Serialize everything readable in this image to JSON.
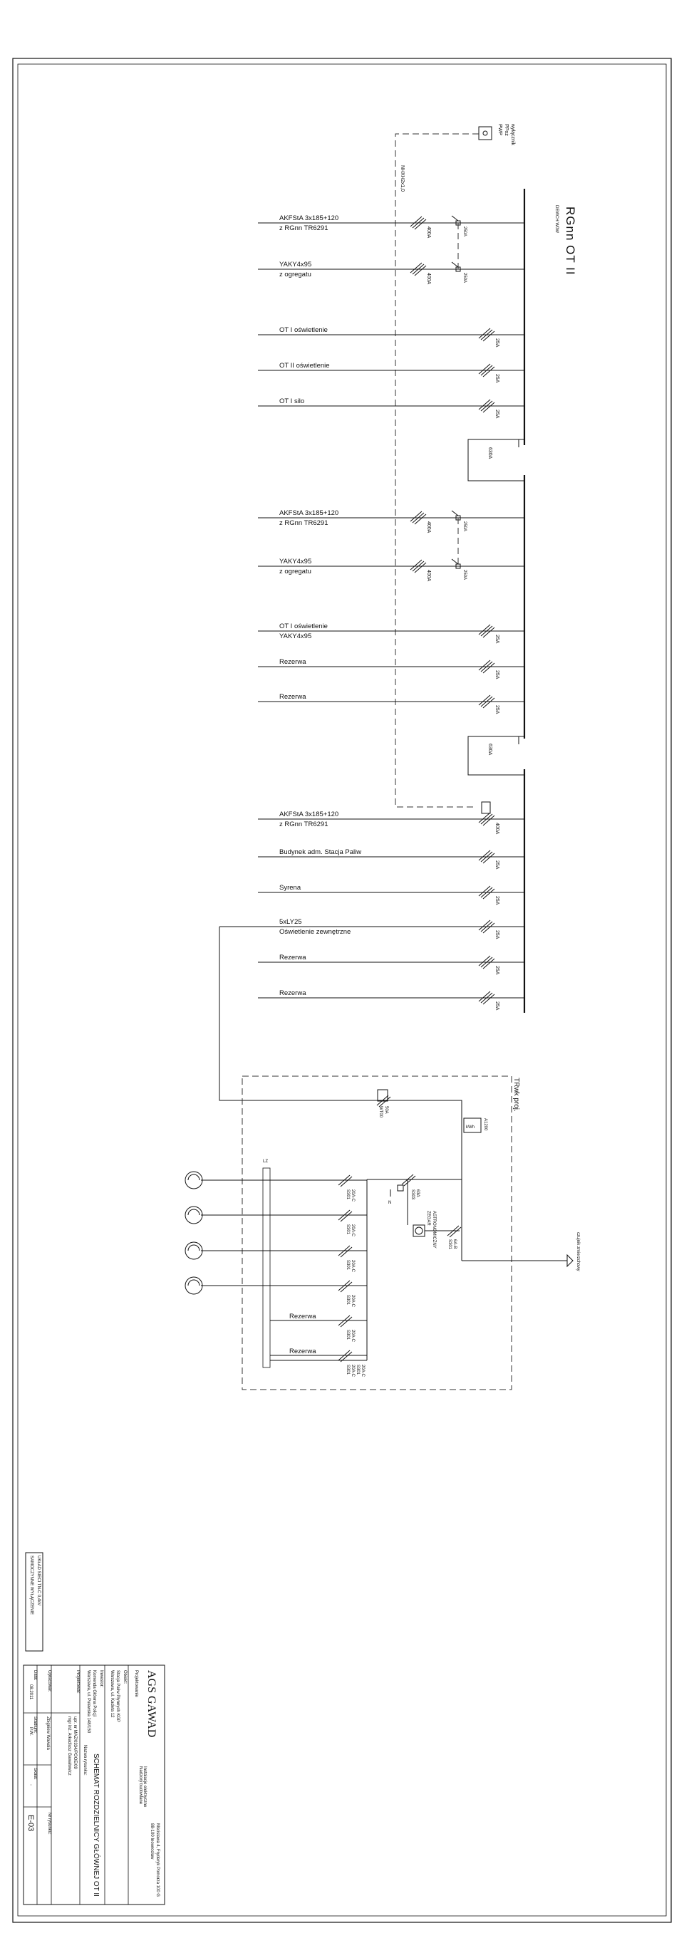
{
  "header": {
    "title": "RGnn  OT  II",
    "subtitle": "DEWCH  W0W"
  },
  "ppoz": {
    "label": "PWP",
    "line1": "PPoż",
    "line2": "wyłącznik",
    "cable": "NHXH2x1,0"
  },
  "section1": {
    "feeders": [
      {
        "l1": "AKFStA  3x185+120",
        "l2": "z  RGnn  TR6291"
      },
      {
        "l1": "YAKY4x95",
        "l2": "z  ogregatu"
      }
    ],
    "breaker_ratings": [
      "400A",
      "400A"
    ],
    "switch_ratings": [
      "250A",
      "250A"
    ],
    "outgoing": [
      {
        "l1": "OT  I  oświetlenie",
        "rating": "25A"
      },
      {
        "l1": "OT  II  oświetlenie",
        "rating": "25A"
      },
      {
        "l1": "OT  I  silo",
        "rating": "25A"
      }
    ],
    "coupler": "630A"
  },
  "section2": {
    "feeders": [
      {
        "l1": "AKFStA  3x185+120",
        "l2": "z  RGnn  TR6291"
      },
      {
        "l1": "YAKY4x95",
        "l2": "z  ogregatu"
      }
    ],
    "breaker_ratings": [
      "400A",
      "400A"
    ],
    "switch_ratings": [
      "250A",
      "250A"
    ],
    "outgoing": [
      {
        "l1": "OT  I  oświetlenie",
        "l2": "YAKY4x95",
        "rating": "25A"
      },
      {
        "l1": "Rezerwa",
        "rating": "25A"
      },
      {
        "l1": "Rezerwa",
        "rating": "25A"
      }
    ],
    "coupler": "630A"
  },
  "section3": {
    "feeders": [
      {
        "l1": "AKFStA  3x185+120",
        "l2": "z  RGnn  TR6291",
        "rating": "400A"
      },
      {
        "l1": "Budynek  adm.  Stacja  Paliw",
        "rating": "25A"
      },
      {
        "l1": "Syrena",
        "rating": "25A"
      },
      {
        "l1": "5xLY25",
        "l2": "Oświetlenie  zewnętrzne",
        "rating": "25A"
      },
      {
        "l1": "Rezerwa",
        "rating": "25A"
      },
      {
        "l1": "Rezerwa",
        "rating": "25A"
      }
    ]
  },
  "tr_box": {
    "title": "TRwk  proj.",
    "fuse": "WT00",
    "fuse_rating": "50A",
    "kwh": "kWh",
    "kwh_label": "A1200",
    "main_switch": "S303",
    "main_switch_rating": "63A",
    "astro": "ZEGAR",
    "astro2": "ASTRONOMICZNY",
    "contactor": "S301",
    "contactor_rating": "6A-B",
    "n_label": "N",
    "lz_label": "LZ",
    "photo_sensor": "czujnik zmierzchowy",
    "circuits": [
      {
        "label": "",
        "breaker": "S301",
        "rating": "20A-C"
      },
      {
        "label": "",
        "breaker": "S301",
        "rating": "20A-C"
      },
      {
        "label": "",
        "breaker": "S301",
        "rating": "20A-C"
      },
      {
        "label": "",
        "breaker": "S301",
        "rating": "20A-C"
      },
      {
        "label": "",
        "breaker": "S301",
        "rating": "20A-C"
      },
      {
        "label": "Rezerwa",
        "breaker": "S301",
        "rating": "20A-C"
      },
      {
        "label": "Rezerwa",
        "breaker": "S301",
        "rating": "20A-C"
      }
    ]
  },
  "legend": {
    "line1": "SAMOCZYNNE  WYŁĄCZENIE",
    "line2": "UKŁAD  SIECI  TN-C  0,4kV"
  },
  "title_block": {
    "company": "AGS  GAWAD",
    "company_sub1": "Projektowanie",
    "company_sub2": "Nadzory budowlane",
    "company_sub3": "Instalacje elektryczne",
    "company_addr1": "88-100 Inowrocław",
    "company_addr2": "Mścislawa 4, Fryderyk Pomorza 100 G",
    "obiekt_label": "Obiekt:",
    "obiekt_value": "Stacja Paliw Płynnych KGP",
    "obiekt_addr": "Warszawa, ul. Kadeta 12",
    "inwestor_label": "Inwestor:",
    "inwestor_value": "Komenda Główna Policji",
    "inwestor_addr": "Warszawa, ul. Puławska 148/150",
    "nazwa_label": "Nazwa rysunku:",
    "drawing_title": "SCHEMAT  ROZDZIELNICY  GŁÓWNEJ  OT  II",
    "projektowal_label": "Projektował:",
    "projektowal_value": "mgr inż. Arkadiusz Gawałowicz",
    "projektowal_upr": "upr. nr MAZ/0334/POOE/09",
    "opracowal_label": "Opracował:",
    "opracowal_value": "Zbigniew Wawala",
    "data_label": "Data:",
    "data_value": "08.2011",
    "stadium_label": "Stadium:",
    "stadium_value": "P.W.",
    "skala_label": "Skala:",
    "skala_value": "-",
    "nr_label": "Nr rysunku:",
    "nr_value": "E-03"
  }
}
